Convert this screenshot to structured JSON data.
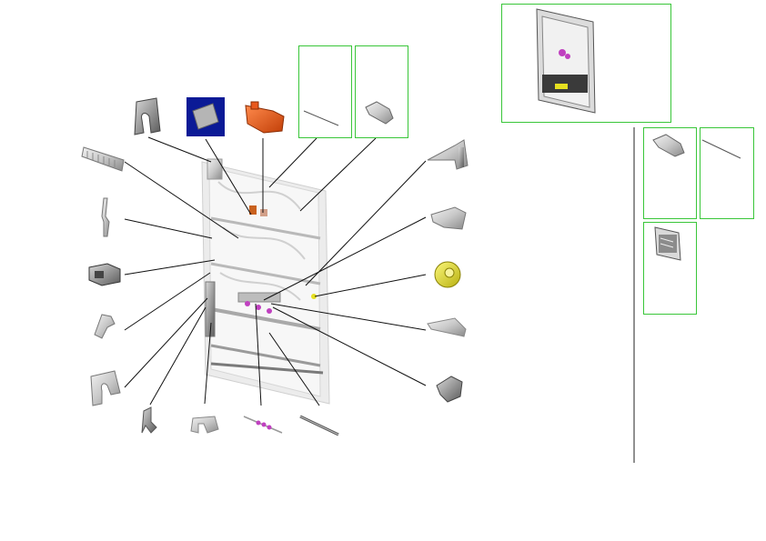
{
  "diagram": {
    "type": "exploded-parts-view",
    "assembly": "panel-assembly",
    "parts_left_column": [
      "wire-comb-part",
      "wire-spring-part",
      "connector-housing-part",
      "hook-lever-part",
      "c-bracket-part",
      "spring-clip-part"
    ],
    "parts_top_row": [
      "c-clamp-part",
      "gray-pad-part",
      "orange-actuator-part",
      "thin-rod-part",
      "latch-lever-part"
    ],
    "parts_right_column": [
      "angle-bracket-part",
      "cradle-bracket-part",
      "yellow-gear-part",
      "flat-guide-part",
      "cam-block-part"
    ],
    "parts_bottom_row": [
      "u-clip-part",
      "pink-bead-rod-part",
      "long-screw-rod-part"
    ],
    "callout_panels": [
      "callout-thin-rod",
      "callout-latch-lever",
      "overview-assembly",
      "detail-latch-lever",
      "detail-thin-rod",
      "detail-sub-assembly"
    ],
    "colors": {
      "callout_border": "#39c639",
      "leader_line": "#111111",
      "gray_pad_bg": "#0b1a96",
      "orange_part": "#e8581c",
      "yellow_part": "#e6e020",
      "pink_accent": "#c040c0"
    }
  }
}
